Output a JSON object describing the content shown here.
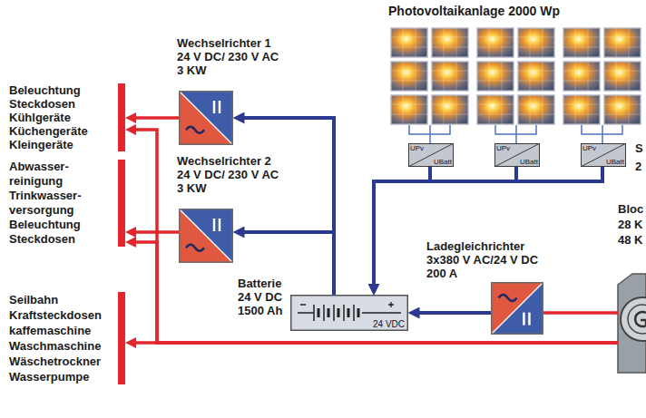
{
  "diagram": {
    "nodes": [
      {
        "text": [
          "Beleuchtung",
          "Steckdosen",
          "Kühlgeräte",
          "Küchengeräte",
          "Kleingeräte"
        ]
      },
      {
        "text": [
          "Abwasser- reinigung",
          "Trinkwasser- versorgung",
          "Beleuchtung",
          "Steckdosen"
        ]
      },
      {
        "text": [
          "Seilbahn",
          "Kraftsteckdosen",
          "kaffemaschine",
          "Waschmaschine",
          "Wäschetrockner",
          "Wasserpumpe"
        ]
      },
      {
        "text": [
          "Wechselrichter 1",
          "24 V DC/ 230 V AC",
          "3 KW"
        ]
      },
      {
        "text": [
          "Wechselrichter 2",
          "24 V DC/ 230 V AC",
          "3 KW"
        ]
      },
      {
        "text": [
          "Batterie",
          "24 V DC",
          "1500 Ah",
          "24 VDC"
        ]
      },
      {
        "text": [
          "Ladegleichrichter",
          "3x380 V AC/24 V DC",
          "200 A"
        ]
      },
      {
        "text": [
          "UPv",
          "UBatt"
        ]
      },
      {
        "text": [
          "UPv",
          "UBatt"
        ]
      },
      {
        "text": [
          "UPv",
          "UBatt"
        ]
      },
      {
        "text": [
          "Photovoltaikanlage 2000 Wp"
        ]
      },
      {
        "text": [
          "Bloc",
          "28 K",
          "48 K"
        ]
      }
    ],
    "edges": [
      {
        "from": 3,
        "to": 0,
        "arrow": "to"
      },
      {
        "from": 11,
        "to": 0,
        "arrow": "to"
      },
      {
        "from": 4,
        "to": 1,
        "arrow": "to"
      },
      {
        "from": 11,
        "to": 1,
        "arrow": "to"
      },
      {
        "from": 11,
        "to": 2,
        "arrow": "to"
      },
      {
        "from": 5,
        "to": 3,
        "arrow": "to"
      },
      {
        "from": 5,
        "to": 4,
        "arrow": "to"
      },
      {
        "from": 10,
        "to": 7,
        "arrow": "none"
      },
      {
        "from": 10,
        "to": 8,
        "arrow": "none"
      },
      {
        "from": 10,
        "to": 9,
        "arrow": "none"
      },
      {
        "from": 7,
        "to": 5,
        "arrow": "to"
      },
      {
        "from": 8,
        "to": 5,
        "arrow": "to"
      },
      {
        "from": 9,
        "to": 5,
        "arrow": "to"
      },
      {
        "from": 6,
        "to": 5,
        "arrow": "to"
      },
      {
        "from": 11,
        "to": 6,
        "arrow": "none"
      }
    ],
    "labels": [
      "S",
      "2"
    ]
  }
}
